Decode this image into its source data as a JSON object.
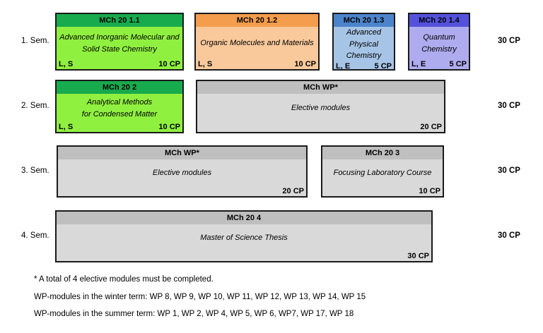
{
  "palette": {
    "green_header": "#18AB4E",
    "green_body": "#90F040",
    "orange_header": "#F49D4C",
    "orange_body": "#F9C99C",
    "blue_header": "#4C84CC",
    "blue_body": "#A6C4E6",
    "purple_header": "#5452DD",
    "purple_body": "#AEABEE",
    "gray_header": "#BFBFBF",
    "gray_body": "#D9D9D9",
    "border": "#1A1A1A"
  },
  "rows": [
    {
      "semester": "1. Sem.",
      "total_cp": "30 CP",
      "modules": [
        {
          "code": "MCh 20 1.1",
          "title": "Advanced Inorganic Molecular and\nSolid State Chemistry",
          "courses": "L, S",
          "cp": "10 CP"
        },
        {
          "code": "MCh 20 1.2",
          "title": "Organic Molecules and Materials",
          "courses": "L, S",
          "cp": "10 CP"
        },
        {
          "code": "MCh 20 1.3",
          "title": "Advanced Physical\nChemistry",
          "courses": "L, E",
          "cp": "5 CP"
        },
        {
          "code": "MCh 20 1.4",
          "title": "Quantum\nChemistry",
          "courses": "L, E",
          "cp": "5 CP"
        }
      ]
    },
    {
      "semester": "2. Sem.",
      "total_cp": "30 CP",
      "modules": [
        {
          "code": "MCh 20 2",
          "title": "Analytical Methods\nfor Condensed Matter",
          "courses": "L, S",
          "cp": "10 CP"
        },
        {
          "code": "MCh WP*",
          "title": "Elective modules",
          "courses": "",
          "cp": "20 CP"
        }
      ]
    },
    {
      "semester": "3. Sem.",
      "total_cp": "30 CP",
      "modules": [
        {
          "code": "MCh WP*",
          "title": "Elective modules",
          "courses": "",
          "cp": "20 CP"
        },
        {
          "code": "MCh 20 3",
          "title": "Focusing Laboratory Course",
          "courses": "",
          "cp": "10 CP"
        }
      ]
    },
    {
      "semester": "4. Sem.",
      "total_cp": "30 CP",
      "modules": [
        {
          "code": "MCh 20 4",
          "title": "Master of Science Thesis",
          "courses": "",
          "cp": "30 CP"
        }
      ]
    }
  ],
  "notes": [
    "* A total of 4 elective modules must be completed.",
    "WP-modules in the winter term: WP 8, WP 9, WP 10, WP 11, WP 12, WP 13, WP 14, WP 15",
    "WP-modules in the summer term: WP 1, WP 2, WP 4, WP 5, WP 6, WP7, WP 17, WP 18"
  ]
}
